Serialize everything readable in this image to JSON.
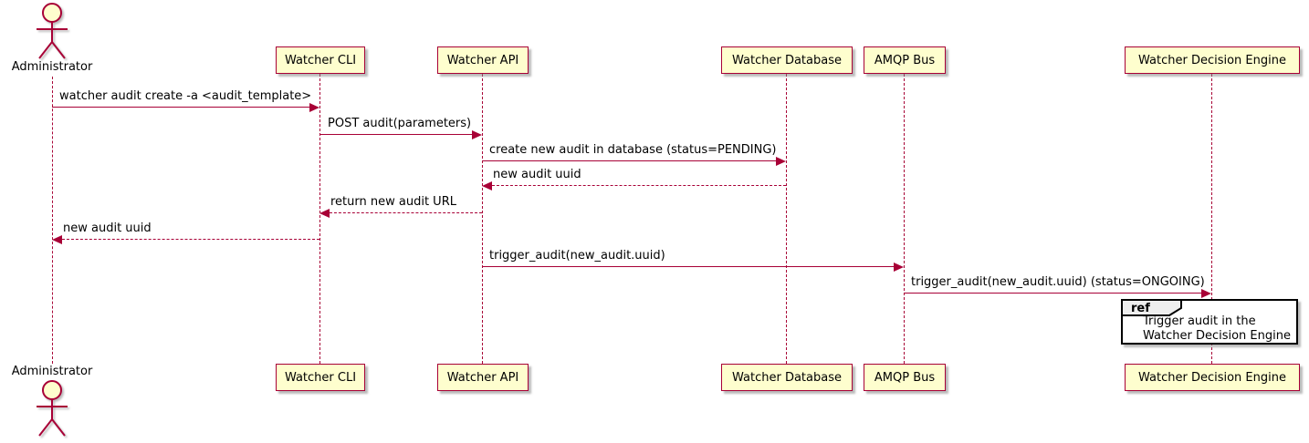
{
  "diagram_type": "sequence-diagram",
  "colors": {
    "participant_fill": "#FEFECE",
    "participant_border": "#A80036",
    "line_color": "#A80036",
    "ref_border": "#000000",
    "ref_tab_fill": "#EEEEEE",
    "text_color": "#000000",
    "background": "#FFFFFF"
  },
  "actor": {
    "top_label": "Administrator",
    "bottom_label": "Administrator"
  },
  "participants": [
    "Watcher CLI",
    "Watcher API",
    "Watcher Database",
    "AMQP Bus",
    "Watcher Decision Engine"
  ],
  "messages": [
    {
      "from": "Administrator",
      "to": "Watcher CLI",
      "label": "watcher audit create -a <audit_template>",
      "line": "solid",
      "direction": "right"
    },
    {
      "from": "Watcher CLI",
      "to": "Watcher API",
      "label": "POST audit(parameters)",
      "line": "solid",
      "direction": "right"
    },
    {
      "from": "Watcher API",
      "to": "Watcher Database",
      "label": "create new audit in database (status=PENDING)",
      "line": "solid",
      "direction": "right"
    },
    {
      "from": "Watcher Database",
      "to": "Watcher API",
      "label": "new audit uuid",
      "line": "dashed",
      "direction": "left"
    },
    {
      "from": "Watcher API",
      "to": "Watcher CLI",
      "label": "return new audit URL",
      "line": "dashed",
      "direction": "left"
    },
    {
      "from": "Watcher CLI",
      "to": "Administrator",
      "label": "new audit uuid",
      "line": "dashed",
      "direction": "left"
    },
    {
      "from": "Watcher API",
      "to": "AMQP Bus",
      "label": "trigger_audit(new_audit.uuid)",
      "line": "solid",
      "direction": "right"
    },
    {
      "from": "AMQP Bus",
      "to": "Watcher Decision Engine",
      "label": "trigger_audit(new_audit.uuid) (status=ONGOING)",
      "line": "solid",
      "direction": "right"
    }
  ],
  "ref": {
    "keyword": "ref",
    "line1": "Trigger audit in the",
    "line2": "Watcher Decision Engine"
  }
}
